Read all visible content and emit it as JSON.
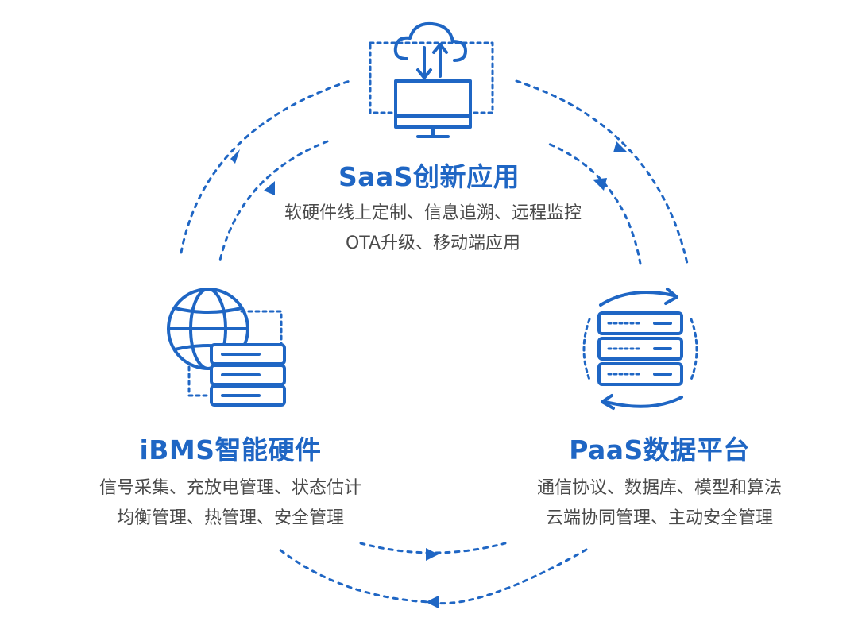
{
  "nodes": {
    "saas": {
      "title": "SaaS创新应用",
      "lines": [
        "软硬件线上定制、信息追溯、远程监控",
        "OTA升级、移动端应用"
      ],
      "icon": "cloud-monitor-icon"
    },
    "ibms": {
      "title": "iBMS智能硬件",
      "lines": [
        "信号采集、充放电管理、状态估计",
        "均衡管理、热管理、安全管理"
      ],
      "icon": "globe-server-icon"
    },
    "paas": {
      "title": "PaaS数据平台",
      "lines": [
        "通信协议、数据库、模型和算法",
        "云端协同管理、主动安全管理"
      ],
      "icon": "server-sync-icon"
    }
  },
  "colors": {
    "accent": "#1f66c4",
    "text": "#4a4a4a",
    "background": "#ffffff"
  }
}
